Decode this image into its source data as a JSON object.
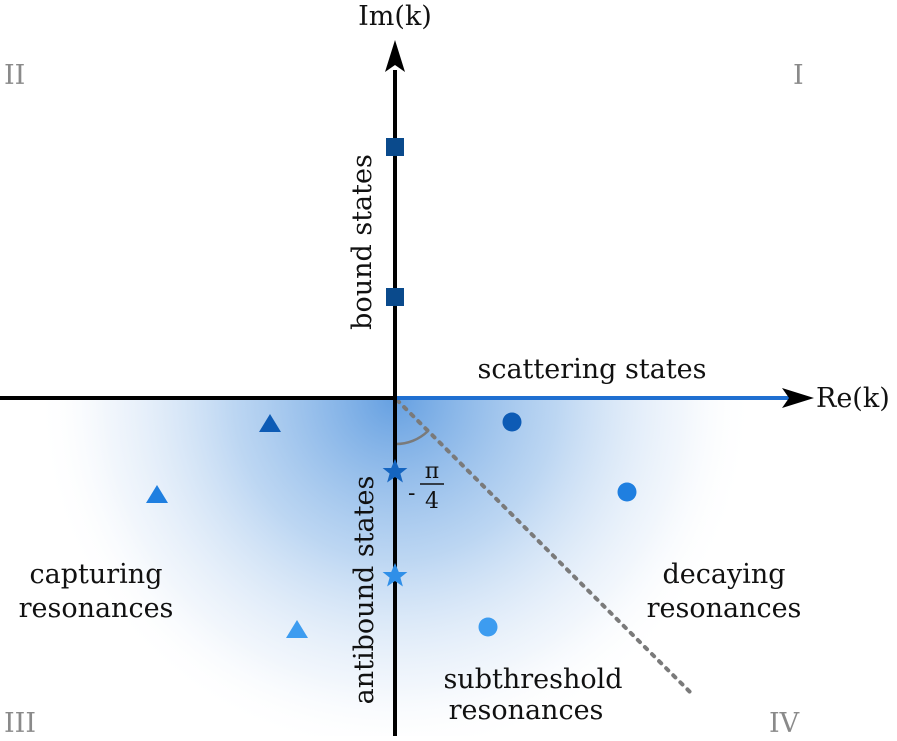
{
  "axes": {
    "x_label": "Re(k)",
    "y_label": "Im(k)"
  },
  "quadrants": {
    "q1": "I",
    "q2": "II",
    "q3": "III",
    "q4": "IV"
  },
  "labels": {
    "bound_states": "bound states",
    "scattering_states": "scattering states",
    "antibound_states": "antibound states",
    "capturing_line1": "capturing",
    "capturing_line2": "resonances",
    "decaying_line1": "decaying",
    "decaying_line2": "resonances",
    "subthreshold_line1": "subthreshold",
    "subthreshold_line2": "resonances"
  },
  "angle": {
    "sign": "-",
    "numerator": "π",
    "denominator": "4"
  },
  "colors": {
    "axis": "#000000",
    "scattering_line": "#1f6fd1",
    "dark_blue": "#0a4a8c",
    "mid_blue": "#1565c0",
    "light_blue": "#2f8fe8",
    "lighter_blue": "#3d9cf0",
    "diagonal": "#7a7a7a",
    "quadrant_text": "#8a8a8a"
  },
  "markers": {
    "bound": [
      {
        "name": "bound-state-upper",
        "shape": "square",
        "color": "#0a4a8c"
      },
      {
        "name": "bound-state-lower",
        "shape": "square",
        "color": "#0a4a8c"
      }
    ],
    "antibound": [
      {
        "name": "antibound-state-upper",
        "shape": "star",
        "color": "#1565c0"
      },
      {
        "name": "antibound-state-lower",
        "shape": "star",
        "color": "#2f8fe8"
      }
    ],
    "decaying": [
      {
        "name": "decaying-resonance-1",
        "shape": "circle",
        "color": "#0d5bb5"
      },
      {
        "name": "decaying-resonance-2",
        "shape": "circle",
        "color": "#1f7fe0"
      },
      {
        "name": "subthreshold-resonance",
        "shape": "circle",
        "color": "#3d9cf0"
      }
    ],
    "capturing": [
      {
        "name": "capturing-resonance-1",
        "shape": "triangle",
        "color": "#0d5bb5"
      },
      {
        "name": "capturing-resonance-2",
        "shape": "triangle",
        "color": "#1f7fe0"
      },
      {
        "name": "capturing-resonance-3",
        "shape": "triangle",
        "color": "#3d9cf0"
      }
    ]
  }
}
